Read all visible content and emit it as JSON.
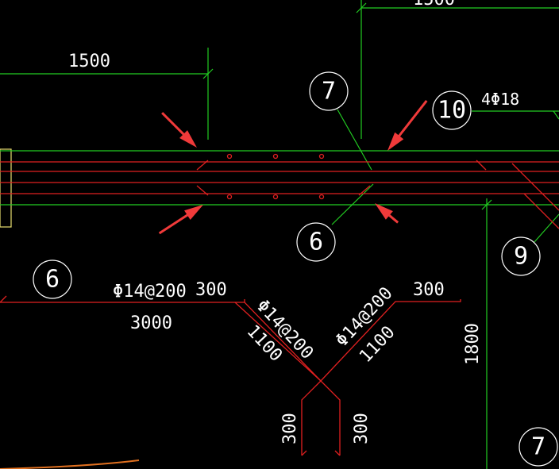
{
  "drawing": {
    "dimensions": {
      "top_cut": "1500",
      "left_span": "1500",
      "bar_length": "3000",
      "hook_left": "300",
      "hook_right": "300",
      "diag_left": "1100",
      "diag_right": "1100",
      "leg_left": "300",
      "leg_right": "300",
      "vertical": "1800"
    },
    "rebar_labels": {
      "main": "Φ14@200",
      "diag_left": "Φ14@200",
      "diag_right": "Φ14@200",
      "top_bars": "4Φ18"
    },
    "markers": {
      "m7_top": "7",
      "m10": "10",
      "m6_mid": "6",
      "m6_left": "6",
      "m9": "9",
      "m7_bottom": "7"
    },
    "colors": {
      "background": "#000000",
      "green_lines": "#22cc22",
      "red_lines": "#e02020",
      "text": "#ffffff",
      "arrows": "#f03a3a"
    }
  }
}
